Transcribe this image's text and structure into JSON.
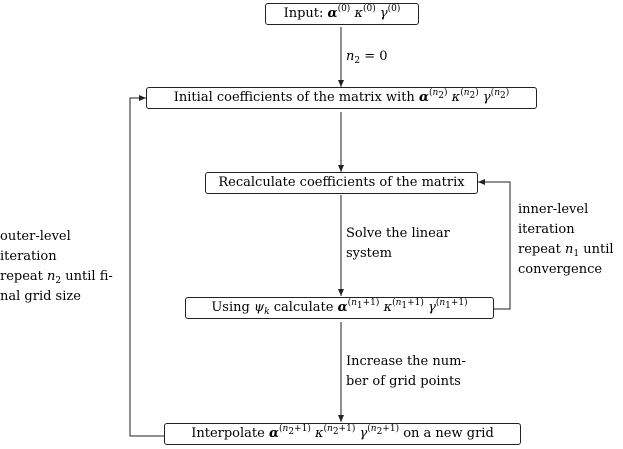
{
  "boxes": {
    "input": {
      "label": "Input:",
      "math": "α⁽⁰⁾ κ⁽⁰⁾ γ⁽⁰⁾"
    },
    "initial": {
      "label": "Initial coefficients of the matrix with",
      "math": "α⁽ⁿ²⁾ κ⁽ⁿ²⁾ γ⁽ⁿ²⁾"
    },
    "recalc": {
      "label": "Recalculate coefficients of the matrix"
    },
    "using": {
      "label_pre": "Using",
      "psi": "ψ",
      "psi_sub": "k",
      "label_mid": "calculate",
      "math": "α⁽ⁿ¹⁺¹⁾ κ⁽ⁿ¹⁺¹⁾ γ⁽ⁿ¹⁺¹⁾"
    },
    "interp": {
      "label_pre": "Interpolate",
      "math": "α⁽ⁿ²⁺¹⁾ κ⁽ⁿ²⁺¹⁾ γ⁽ⁿ²⁺¹⁾",
      "label_post": "on a new grid"
    }
  },
  "labels": {
    "n2_zero": "n₂ = 0",
    "solve": [
      "Solve the linear",
      "system"
    ],
    "increase": [
      "Increase the num-",
      "ber of grid points"
    ],
    "inner": [
      "inner-level",
      "iteration",
      "repeat n₁ until",
      "convergence"
    ],
    "outer": [
      "outer-level",
      "iteration",
      "repeat n₂ until fi-",
      "nal grid size"
    ]
  }
}
